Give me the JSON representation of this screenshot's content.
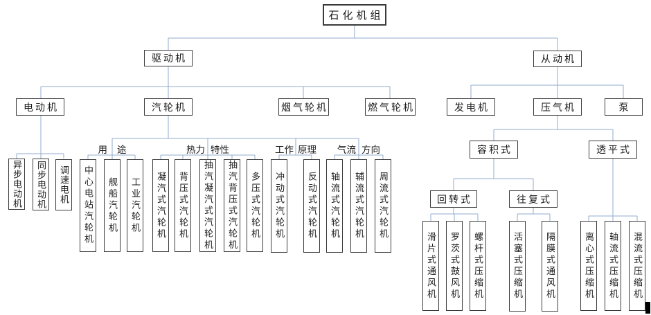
{
  "diagram": {
    "root": "石化机组",
    "driver": "驱动机",
    "driven": "从动机",
    "motor": "电动机",
    "steam_turbine": "汽轮机",
    "flue_gas_turbine": "烟气轮机",
    "gas_turbine": "燃气轮机",
    "generator": "发电机",
    "compressor": "压气机",
    "pump": "泵",
    "motor_types": {
      "async": "异步电动机",
      "sync": "同步电动机",
      "speed": "调速电机"
    },
    "steam_categories": {
      "use_1": "用",
      "use_2": "途",
      "thermal_1": "热力",
      "thermal_2": "特性",
      "principle_1": "工作",
      "principle_2": "原理",
      "flow_1": "气流",
      "flow_2": "方向"
    },
    "steam_use": {
      "central_station": "中心电站汽轮机",
      "marine": "舰船汽轮机",
      "industrial": "工业汽轮机"
    },
    "steam_thermal": {
      "condensing": "凝汽式汽轮机",
      "back_pressure": "背压式汽轮机",
      "extraction_condensing": "抽汽凝汽式汽轮机",
      "extraction_back_pressure": "抽汽背压式汽轮机",
      "multi_pressure": "多压式汽轮机"
    },
    "steam_principle": {
      "impulse": "冲动式汽轮机",
      "reaction": "反动式汽轮机"
    },
    "steam_flow": {
      "axial": "轴流式汽轮机",
      "radial": "辅流式汽轮机",
      "peripheral": "周流式汽轮机"
    },
    "compressor_types": {
      "positive_displacement": "容积式",
      "turbo": "透平式"
    },
    "positive_types": {
      "rotary": "回转式",
      "reciprocating": "往复式"
    },
    "rotary_machines": {
      "sliding_vane": "滑片式通风机",
      "roots": "罗茨式鼓风机",
      "screw": "螺杆式压缩机"
    },
    "reciprocating_machines": {
      "piston": "活塞式压缩机",
      "diaphragm": "隔膜式通风机"
    },
    "turbo_machines": {
      "centrifugal": "离心式压缩机",
      "axial": "轴流式压缩机",
      "mixed_flow": "混流式压缩机"
    }
  },
  "colors": {
    "connector_line": "#92abcc",
    "box_border": "#3a3a3a",
    "text": "#1a1a1a"
  }
}
